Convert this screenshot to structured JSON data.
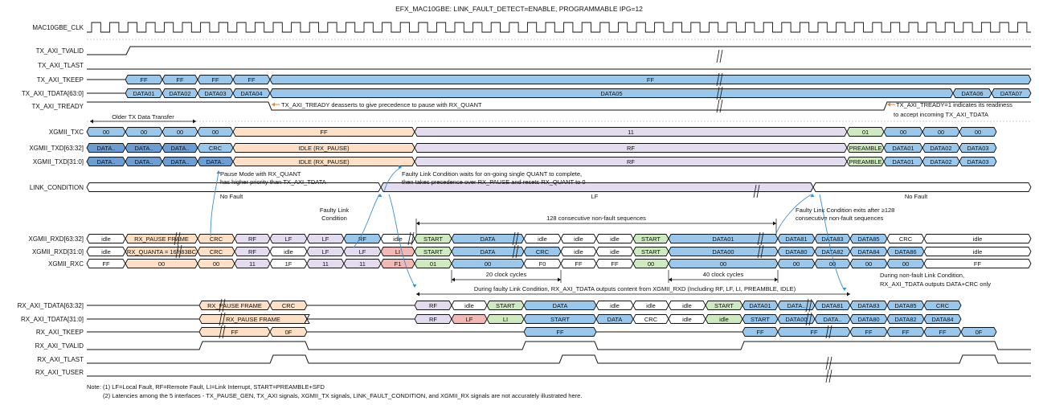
{
  "title": "EFX_MAC10GBE: LINK_FAULT_DETECT=ENABLE, PROGRAMMABLE IPG=12",
  "colors": {
    "blue": "#9ac8ec",
    "blue_dark": "#6d9ed3",
    "orange": "#fde0c6",
    "lavender": "#e3dcef",
    "green": "#cfe9c0",
    "red": "#f2b8b3",
    "line": "#111111",
    "arrow_blue": "#3b8fd0",
    "arrow_orange": "#e8852e",
    "guide": "#cccccc"
  },
  "signals": [
    "MAC10GBE_CLK",
    "TX_AXI_TVALID",
    "TX_AXI_TLAST",
    "TX_AXI_TKEEP",
    "TX_AXI_TDATA[63:0]",
    "TX_AXI_TREADY",
    "XGMII_TXC",
    "XGMII_TXD[63:32]",
    "XGMII_TXD[31:0]",
    "LINK_CONDITION",
    "XGMII_RXD[63:32]",
    "XGMII_RXD[31:0]",
    "XGMII_RXC",
    "RX_AXI_TDATA[63:32]",
    "RX_AXI_TDATA[31:0]",
    "RX_AXI_TKEEP",
    "RX_AXI_TVALID",
    "RX_AXI_TLAST",
    "RX_AXI_TUSER"
  ],
  "buses": {
    "tx_tkeep": [
      "FF",
      "FF",
      "FF",
      "FF",
      "FF"
    ],
    "tx_tdata": [
      "DATA01",
      "DATA02",
      "DATA03",
      "DATA04",
      "DATA05",
      "DATA06",
      "DATA07"
    ],
    "txc": [
      "00",
      "00",
      "00",
      "00",
      "FF",
      "11",
      "01",
      "00",
      "00",
      "00"
    ],
    "txd_hi": [
      "DATA..",
      "DATA..",
      "DATA..",
      "CRC",
      "IDLE (RX_PAUSE)",
      "RF",
      "PREAMBLE",
      "DATA01",
      "DATA02",
      "DATA03"
    ],
    "txd_lo": [
      "DATA..",
      "DATA..",
      "DATA..",
      "DATA..",
      "IDLE (RX_PAUSE)",
      "RF",
      "PREAMBLE",
      "DATA01",
      "DATA02",
      "DATA03"
    ],
    "link": [
      "No Fault",
      "LF",
      "No Fault"
    ],
    "rxd_hi": [
      "idle",
      "RX_PAUSE FRAME",
      "CRC",
      "RF",
      "LF",
      "LF",
      "RF",
      "idle",
      "START",
      "DATA",
      "idle",
      "idle",
      "idle",
      "START",
      "DATA01",
      "DATA81",
      "DATA83",
      "DATA85",
      "CRC",
      "idle"
    ],
    "rxd_lo": [
      "idle",
      "RX_QUANTA = 16'h83BC",
      "CRC",
      "RF",
      "idle",
      "LF",
      "LF",
      "LI",
      "START",
      "DATA",
      "CRC",
      "idle",
      "idle",
      "START",
      "DATA00",
      "DATA80",
      "DATA82",
      "DATA84",
      "DATA86",
      "idle"
    ],
    "rxc": [
      "FF",
      "00",
      "00",
      "11",
      "1F",
      "11",
      "11",
      "F1",
      "01",
      "00",
      "F0",
      "FF",
      "FF",
      "00",
      "00",
      "00",
      "00",
      "00",
      "00",
      "FF"
    ],
    "rx_tdata_hi": [
      "RX_PAUSE FRAME",
      "CRC",
      "RF",
      "idle",
      "START",
      "DATA",
      "idle",
      "idle",
      "idle",
      "START",
      "DATA01",
      "DATA..",
      "DATA81",
      "DATA83",
      "DATA85",
      "CRC"
    ],
    "rx_tdata_lo": [
      "RX_PAUSE FRAME",
      "RF",
      "LF",
      "LI",
      "START",
      "DATA",
      "CRC",
      "idle",
      "idle",
      "START",
      "DATA00",
      "DATA..",
      "DATA80",
      "DATA82",
      "DATA84",
      "DATA86"
    ],
    "rx_tkeep": [
      "FF",
      "0F",
      "FF",
      "FF",
      "FF",
      "FF",
      "FF",
      "FF",
      "0F"
    ]
  },
  "annotations": {
    "tready_deassert": "TX_AXI_TREADY deasserts to give precedence to pause with RX_QUANT",
    "tready_ready_1": "TX_AXI_TREADY=1 indicates its readiness",
    "tready_ready_2": "to accept incoming TX_AXI_TDATA",
    "older_tx": "Older TX Data Transfer",
    "pause_mode_1": "Pause Mode with RX_QUANT",
    "pause_mode_2": "has higher priority than TX_AXI_TDATA",
    "faulty_wait_1": "Faulty Link Condition waits for on-going single QUANT to complete,",
    "faulty_wait_2": "then takes precedence over RX_PAUSE and resets RX_QUANT to 0",
    "faulty_link_1": "Faulty Link",
    "faulty_link_2": "Condition",
    "exit_1": "Faulty Link Condition exits after ≥128",
    "exit_2": "consecutive non-fault sequences",
    "seq128": "128 consecutive non-fault sequences",
    "cyc20": "20 clock cycles",
    "cyc40": "40 clock cycles",
    "faulty_rx": "During faulty Link Condition, RX_AXI_TDATA outputs content from XGMII_RXD (Including RF, LF, LI, PREAMBLE, IDLE)",
    "nonfault_1": "During non-fault Link Condition,",
    "nonfault_2": "RX_AXI_TDATA outputs DATA+CRC only"
  },
  "notes": {
    "note1": "Note: (1) LF=Local Fault, RF=Remote Fault, LI=Link Interrupt, START=PREAMBLE+SFD",
    "note2": "(2) Latencies among the 5 interfaces - TX_PAUSE_GEN, TX_AXI signals, XGMII_TX signals, LINK_FAULT_CONDITION, and XGMII_RX signals are not accurately illustrated here."
  }
}
